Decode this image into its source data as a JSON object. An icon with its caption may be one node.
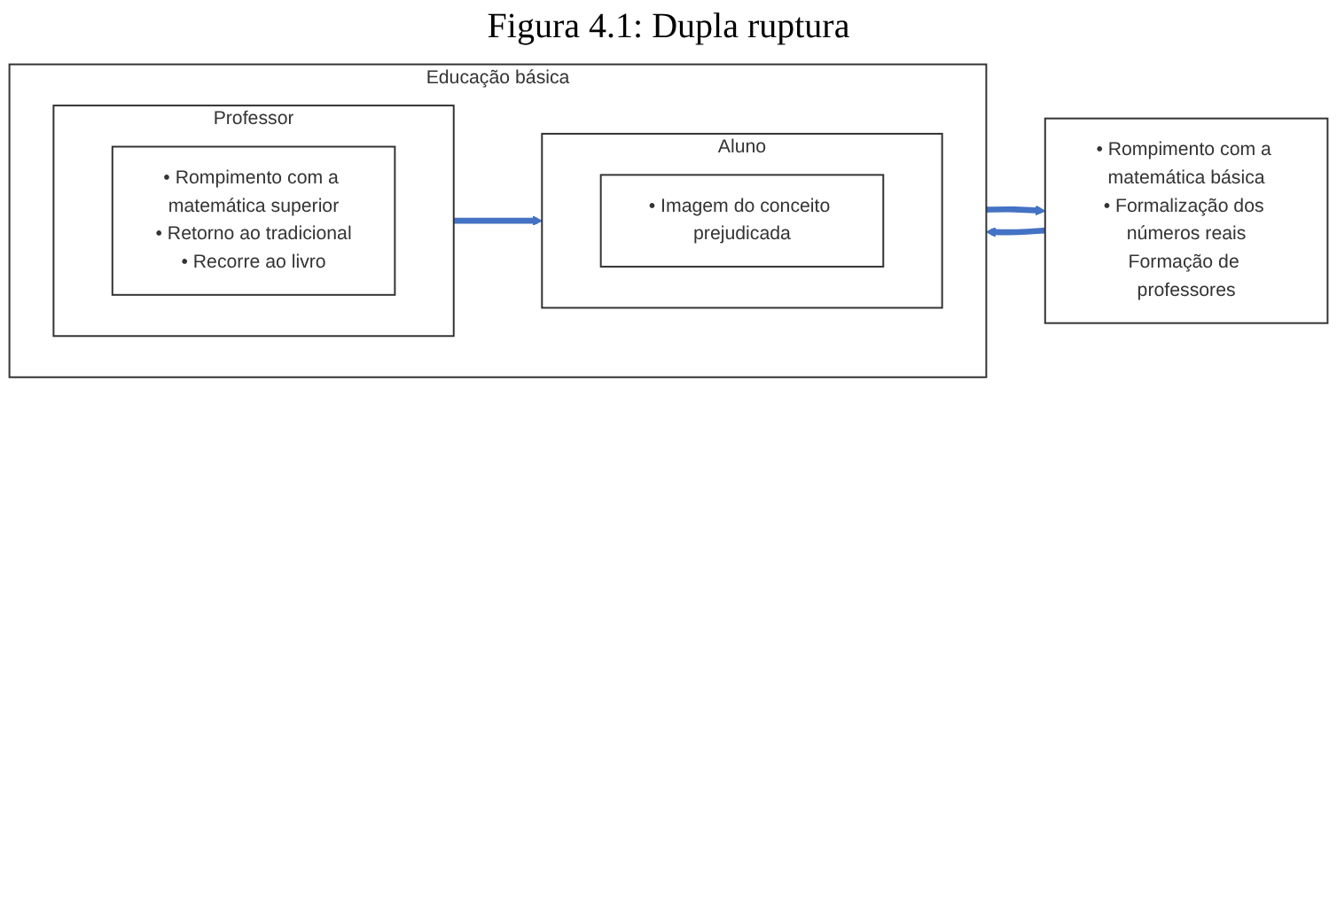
{
  "diagram": {
    "title": "Figura 4.1: Dupla ruptura",
    "nodes": [
      {
        "text": [
          "Educação básica"
        ]
      },
      {
        "text": [
          "Professor"
        ],
        "in": 0
      },
      {
        "text": [
          "• Rompimento com a matemática superior",
          "• Retorno ao tradicional",
          "• Recorre ao livro"
        ],
        "in": 1
      },
      {
        "text": [
          "Aluno"
        ],
        "in": 0
      },
      {
        "text": [
          "• Imagem do conceito prejudicada"
        ],
        "in": 3
      },
      {
        "text": [
          "• Rompimento com a matemática básica",
          "• Formalização dos números reais",
          "Formação de professores"
        ]
      }
    ],
    "edges": [
      {
        "from": 1,
        "to": 3,
        "arrow": "to"
      },
      {
        "from": 0,
        "to": 5,
        "arrow": "to"
      },
      {
        "from": 5,
        "to": 0,
        "arrow": "to"
      }
    ]
  }
}
